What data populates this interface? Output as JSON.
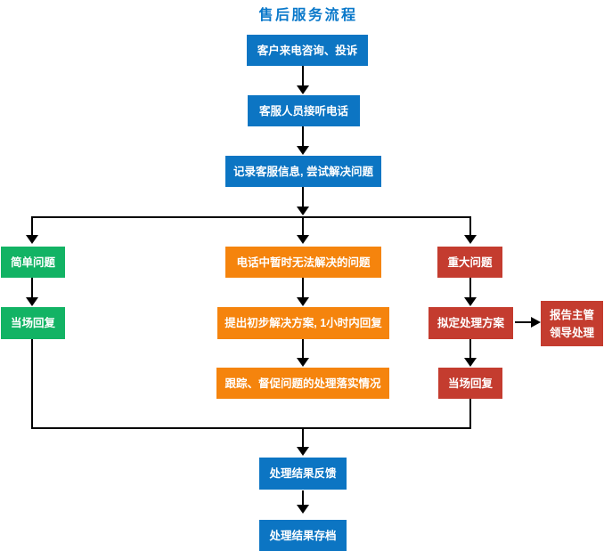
{
  "title": "售后服务流程",
  "colors": {
    "title": "#0978CA",
    "blue": "#0C75C3",
    "green": "#12B364",
    "orange": "#F5840D",
    "red": "#C43C2F",
    "line": "#000000"
  },
  "nodes": {
    "start": "客户来电咨询、投诉",
    "answer": "客服人员接听电话",
    "record": "记录客服信息, 尝试解决问题",
    "simple": "简单问题",
    "simple_reply": "当场回复",
    "unsolved": "电话中暂时无法解决的问题",
    "proposal": "提出初步解决方案, 1小时内回复",
    "follow": "跟踪、督促问题的处理落实情况",
    "major": "重大问题",
    "plan": "拟定处理方案",
    "report": "报告主管领导处理",
    "major_reply": "当场回复",
    "feedback": "处理结果反馈",
    "archive": "处理结果存档"
  }
}
